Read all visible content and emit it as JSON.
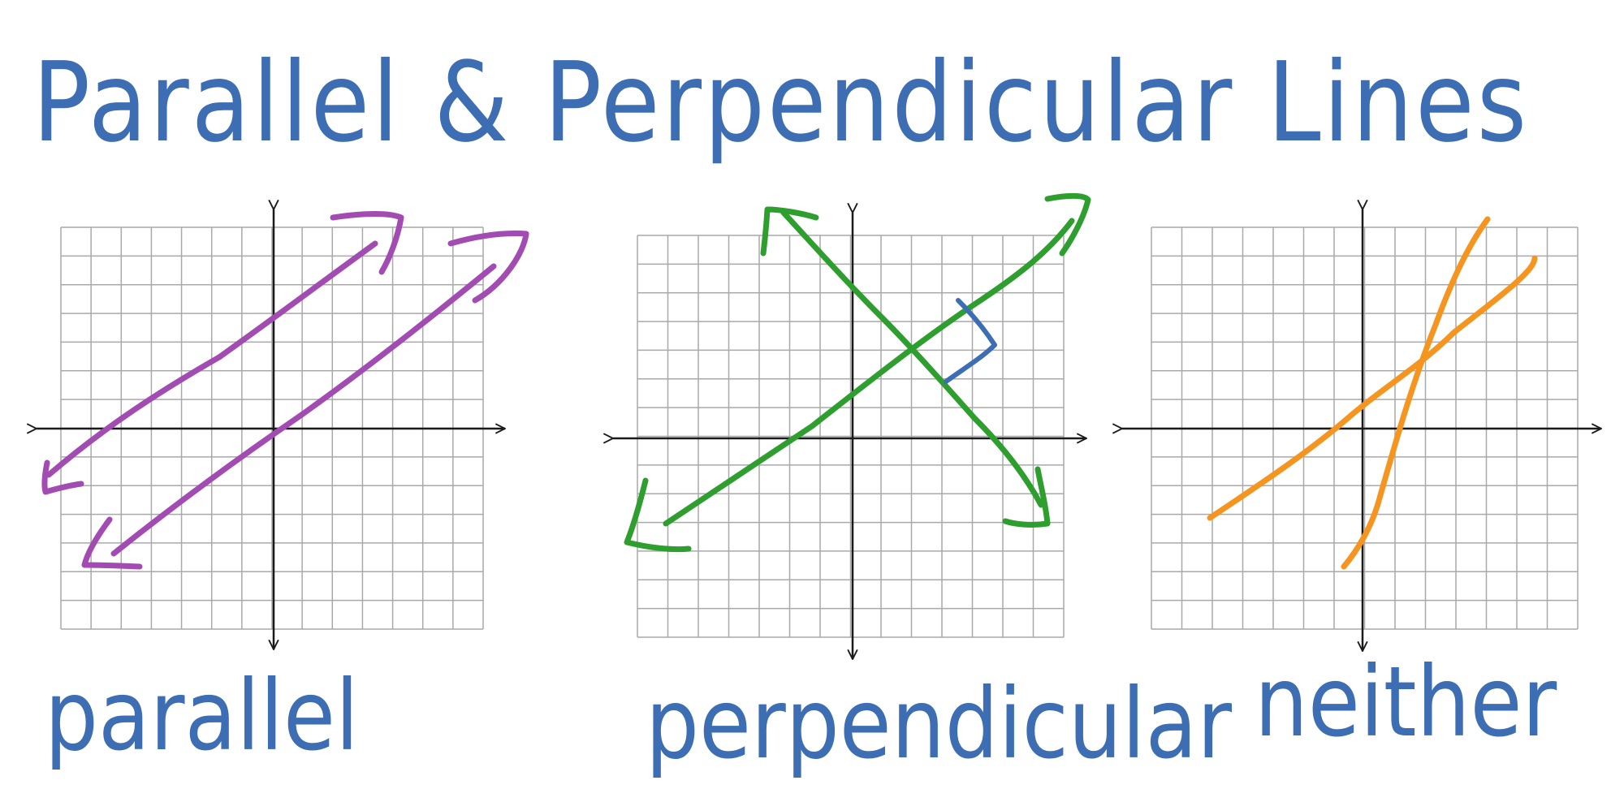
{
  "title": "Parallel & Perpendicular Lines",
  "colors": {
    "ink": "#3d6eb3",
    "grid": "#a9a9a9",
    "axis": "#1a1a1a",
    "parallel": "#a24bb2",
    "perpendicular": "#2e9e2e",
    "right_angle": "#3d6eb3",
    "neither": "#f5951f"
  },
  "panels": [
    {
      "caption": "parallel"
    },
    {
      "caption": "perpendicular"
    },
    {
      "caption": "neither"
    }
  ]
}
